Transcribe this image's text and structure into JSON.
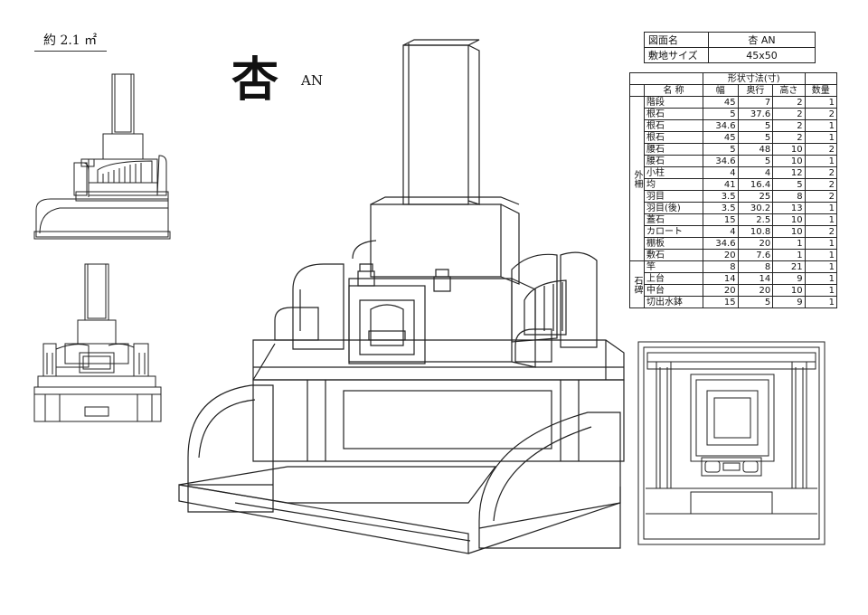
{
  "area_label": "約 2.1 ㎡",
  "title": {
    "kanji": "杏",
    "roman": "AN"
  },
  "info": {
    "drawing_name_label": "図面名",
    "drawing_name_value": "杏 AN",
    "site_size_label": "敷地サイズ",
    "site_size_value": "45x50"
  },
  "spec_table": {
    "dims_header": "形状寸法(寸)",
    "headers": {
      "name": "名 称",
      "width": "幅",
      "depth": "奥行",
      "height": "高さ",
      "qty": "数量"
    },
    "groups": [
      {
        "label": "外柵",
        "rows": [
          {
            "name": "階段",
            "width": "45",
            "depth": "7",
            "height": "2",
            "qty": "1"
          },
          {
            "name": "根石",
            "width": "5",
            "depth": "37.6",
            "height": "2",
            "qty": "2"
          },
          {
            "name": "根石",
            "width": "34.6",
            "depth": "5",
            "height": "2",
            "qty": "1"
          },
          {
            "name": "根石",
            "width": "45",
            "depth": "5",
            "height": "2",
            "qty": "1"
          },
          {
            "name": "腰石",
            "width": "5",
            "depth": "48",
            "height": "10",
            "qty": "2"
          },
          {
            "name": "腰石",
            "width": "34.6",
            "depth": "5",
            "height": "10",
            "qty": "1"
          },
          {
            "name": "小柱",
            "width": "4",
            "depth": "4",
            "height": "12",
            "qty": "2"
          },
          {
            "name": "均",
            "width": "41",
            "depth": "16.4",
            "height": "5",
            "qty": "2"
          },
          {
            "name": "羽目",
            "width": "3.5",
            "depth": "25",
            "height": "8",
            "qty": "2"
          },
          {
            "name": "羽目(後)",
            "width": "3.5",
            "depth": "30.2",
            "height": "13",
            "qty": "1"
          },
          {
            "name": "蓋石",
            "width": "15",
            "depth": "2.5",
            "height": "10",
            "qty": "1"
          },
          {
            "name": "カロート",
            "width": "4",
            "depth": "10.8",
            "height": "10",
            "qty": "2"
          },
          {
            "name": "棚板",
            "width": "34.6",
            "depth": "20",
            "height": "1",
            "qty": "1"
          },
          {
            "name": "敷石",
            "width": "20",
            "depth": "7.6",
            "height": "1",
            "qty": "1"
          }
        ]
      },
      {
        "label": "石碑",
        "rows": [
          {
            "name": "竿",
            "width": "8",
            "depth": "8",
            "height": "21",
            "qty": "1"
          },
          {
            "name": "上台",
            "width": "14",
            "depth": "14",
            "height": "9",
            "qty": "1"
          },
          {
            "name": "中台",
            "width": "20",
            "depth": "20",
            "height": "10",
            "qty": "1"
          },
          {
            "name": "切出水鉢",
            "width": "15",
            "depth": "5",
            "height": "9",
            "qty": "1"
          }
        ]
      }
    ]
  }
}
